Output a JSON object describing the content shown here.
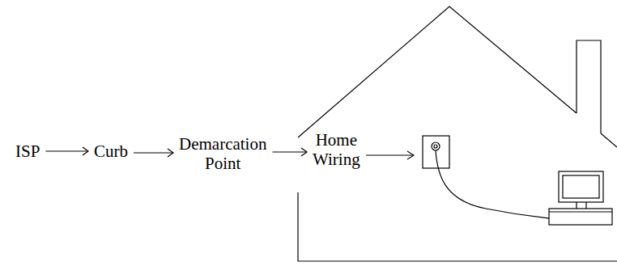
{
  "diagram": {
    "nodes": [
      {
        "text": [
          "ISP"
        ]
      },
      {
        "text": [
          "Curb"
        ]
      },
      {
        "text": [
          "Demarcation Point"
        ]
      },
      {
        "text": [
          "Home Wiring"
        ]
      }
    ],
    "edges": [
      {
        "from": 0,
        "to": 1,
        "arrow": "to"
      },
      {
        "from": 1,
        "to": 2,
        "arrow": "to"
      },
      {
        "from": 2,
        "to": 3,
        "arrow": "to"
      }
    ]
  }
}
